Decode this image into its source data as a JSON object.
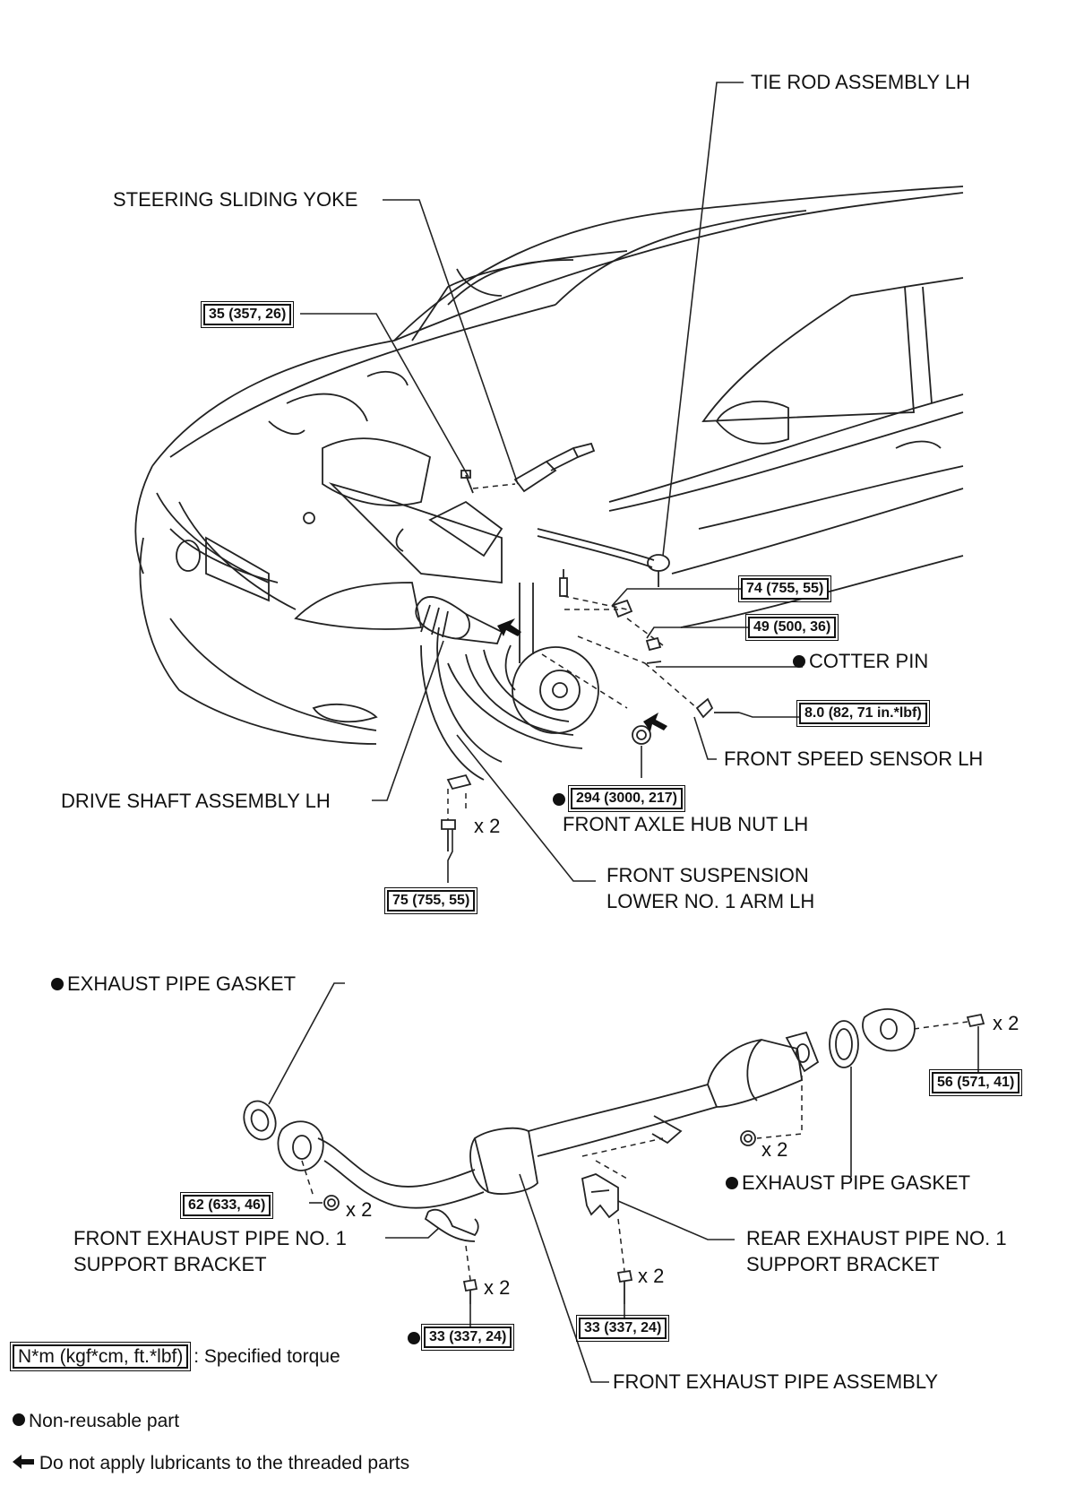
{
  "labels": {
    "tie_rod": "TIE ROD ASSEMBLY LH",
    "steering_yoke": "STEERING SLIDING YOKE",
    "cotter_pin": "COTTER PIN",
    "front_speed_sensor": "FRONT SPEED SENSOR LH",
    "drive_shaft": "DRIVE SHAFT ASSEMBLY LH",
    "axle_hub_nut": "FRONT AXLE HUB NUT LH",
    "lower_arm_1": "FRONT SUSPENSION",
    "lower_arm_2": "LOWER NO. 1 ARM LH",
    "gasket_front": "EXHAUST PIPE GASKET",
    "gasket_rear": "EXHAUST PIPE GASKET",
    "front_bracket_1": "FRONT EXHAUST PIPE NO. 1",
    "front_bracket_2": "SUPPORT BRACKET",
    "rear_bracket_1": "REAR EXHAUST PIPE NO. 1",
    "rear_bracket_2": "SUPPORT BRACKET",
    "front_pipe": "FRONT EXHAUST PIPE ASSEMBLY",
    "qty_x2": "x 2"
  },
  "torques": {
    "t35": "35 (357, 26)",
    "t74": "74 (755, 55)",
    "t49": "49 (500, 36)",
    "t8": "8.0 (82, 71 in.*lbf)",
    "t294": "294 (3000, 217)",
    "t75": "75 (755, 55)",
    "t56": "56 (571, 41)",
    "t62": "62 (633, 46)",
    "t33a": "33 (337, 24)",
    "t33b": "33 (337, 24)"
  },
  "legend": {
    "torque_unit": "N*m (kgf*cm, ft.*lbf)",
    "torque_desc": ": Specified torque",
    "nonreusable": "Non-reusable part",
    "no_lubricant": "Do not apply lubricants to the threaded parts"
  }
}
